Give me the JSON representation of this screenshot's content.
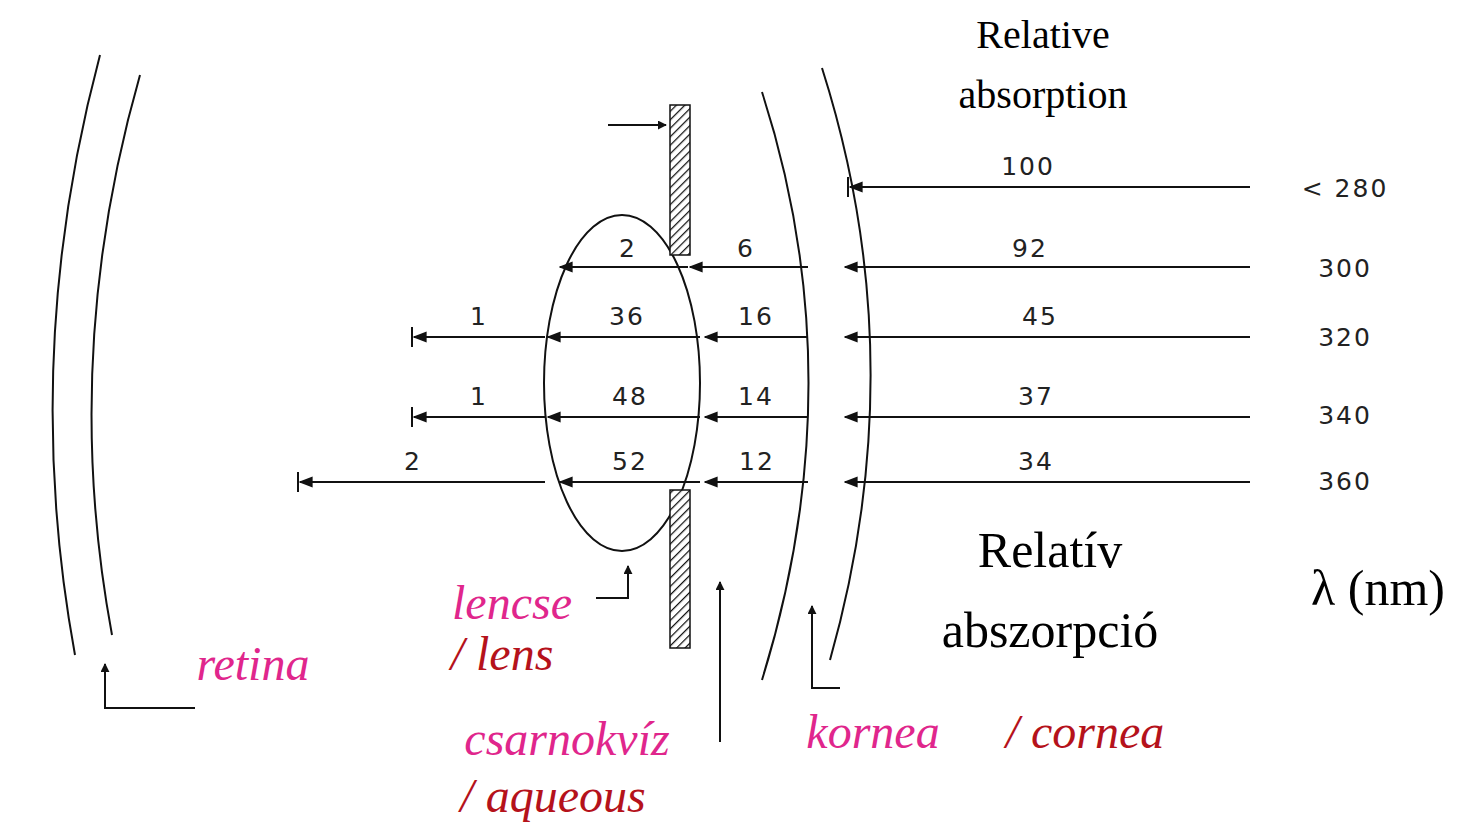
{
  "diagram": {
    "labels": [
      "Relative absorption",
      "100",
      "< 280",
      "2",
      "6",
      "92",
      "300",
      "1",
      "36",
      "16",
      "45",
      "320",
      "1",
      "48",
      "14",
      "37",
      "340",
      "2",
      "52",
      "12",
      "34",
      "360",
      "Relatív abszorpció",
      "λ (nm)",
      "lencse",
      "/ lens",
      "retina",
      "csarnokvíz",
      "/ aqueous",
      "kornea",
      "/ cornea"
    ]
  }
}
